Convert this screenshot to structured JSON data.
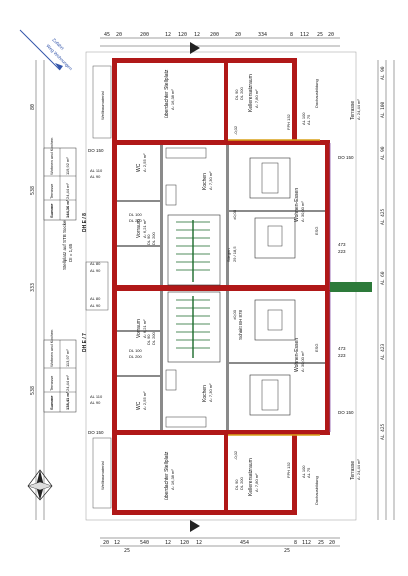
{
  "plan": {
    "top_dims": [
      "45",
      "20",
      "200",
      "12",
      "120",
      "12",
      "200",
      "20",
      "334",
      "8",
      "112",
      "25",
      "20"
    ],
    "bottom_dims": [
      "20",
      "12",
      "25",
      "540",
      "12",
      "120",
      "12",
      "454",
      "25",
      "8",
      "112",
      "25",
      "20"
    ],
    "left_dims": [
      "80",
      "538",
      "333",
      "538"
    ],
    "right_dims": [
      "AL 90",
      "AL 100",
      "AL 90",
      "AL 425",
      "AL 60",
      "AL 423",
      "AL 425"
    ],
    "arrow_text": [
      "Zufahrt",
      "Weg Wohnungen"
    ],
    "units": [
      {
        "id": "dh-e-8",
        "title": "DH E / 8",
        "rows": [
          {
            "label": "Wohnen und Kochen",
            "value": "119,92 m²"
          },
          {
            "label": "Terrasse",
            "value": "24,44 m²"
          },
          {
            "label": "Summe",
            "value": "144,36 m²"
          }
        ],
        "rooms": {
          "garage": {
            "name": "überdachter Stellplatz",
            "area": "A: 16,38 m²"
          },
          "cellar": {
            "name": "Kellerersatzraum",
            "area": "A: 7,80 m²"
          },
          "kitchen": {
            "name": "Kochen",
            "area": "A: 7,30 m²"
          },
          "living": {
            "name": "Wohnen-Essen",
            "area": "A: 30,00 m²"
          },
          "wc": {
            "name": "WC",
            "area": "A: 2,55 m²"
          },
          "hall": {
            "name": "Vorraum",
            "area": "A: 6,21 m²"
          },
          "terrace": {
            "name": "Terrasse",
            "area": "A: 24,44 m²"
          }
        },
        "labels": {
          "dl_a": "DL 90",
          "dl_a2": "DL 200",
          "al_top": "AL 100",
          "al_top2": "AL 75",
          "fph": "FPH 132",
          "level": "-0,02",
          "door": "DO 150",
          "al_side": "AL 110",
          "al_side2": "AL 90",
          "dl_side": "DL 100",
          "dl_side2": "DL 200",
          "dl_hall": "DL 90",
          "dl_hall2": "DL 200",
          "esg": "ESG",
          "window": "473",
          "window2": "223",
          "level2": "±0,00",
          "dachausbildung": "Dachausbildung"
        }
      },
      {
        "id": "dh-e-7",
        "title": "DH E / 7",
        "rows": [
          {
            "label": "Wohnen und Kochen",
            "value": "113,97 m²"
          },
          {
            "label": "Terrasse",
            "value": "24,44 m²"
          },
          {
            "label": "Summe",
            "value": "138,41 m²"
          }
        ],
        "rooms": {
          "garage": {
            "name": "überdachter Stellplatz",
            "area": "A: 16,38 m²"
          },
          "cellar": {
            "name": "Kellerersatzraum",
            "area": "A: 7,80 m²"
          },
          "kitchen": {
            "name": "Kochen",
            "area": "A: 7,30 m²"
          },
          "living": {
            "name": "Wohnen-Essen",
            "area": "A: 30,00 m²"
          },
          "wc": {
            "name": "WC",
            "area": "A: 2,55 m²"
          },
          "hall": {
            "name": "Vorraum",
            "area": "A: 6,21 m²"
          },
          "terrace": {
            "name": "Terrasse",
            "area": "A: 24,44 m²"
          }
        },
        "labels": {
          "dl_a": "DL 90",
          "dl_a2": "DL 200",
          "al_top": "AL 100",
          "al_top2": "AL 75",
          "fph": "FPH 132",
          "level": "-0,02",
          "door": "DO 150",
          "al_side": "AL 110",
          "al_side2": "AL 90",
          "dl_side": "DL 100",
          "dl_side2": "DL 200",
          "dl_hall": "DL 90",
          "dl_hall2": "DL 200",
          "esg": "ESG",
          "window": "473",
          "window2": "223",
          "level2": "±0,00",
          "dachausbildung": "Dachausbildung"
        }
      }
    ],
    "center": {
      "stair_label": "Stiegen",
      "stair_sub": "29 / 18,5",
      "stellplatz_text": "Stellplatz auf STB Sockel",
      "stellplatz_sub": "DI = 1,65",
      "al80a": "AL 80",
      "al90a": "AL 90",
      "al80b": "AL 80",
      "al90b": "AL 90",
      "schnitt": "Schnitt BH 878",
      "fill_note": "Wellbaumaterial"
    },
    "colors": {
      "wall": "#b01818",
      "stair": "#1a6a2a",
      "accent": "#d9a21a"
    }
  }
}
